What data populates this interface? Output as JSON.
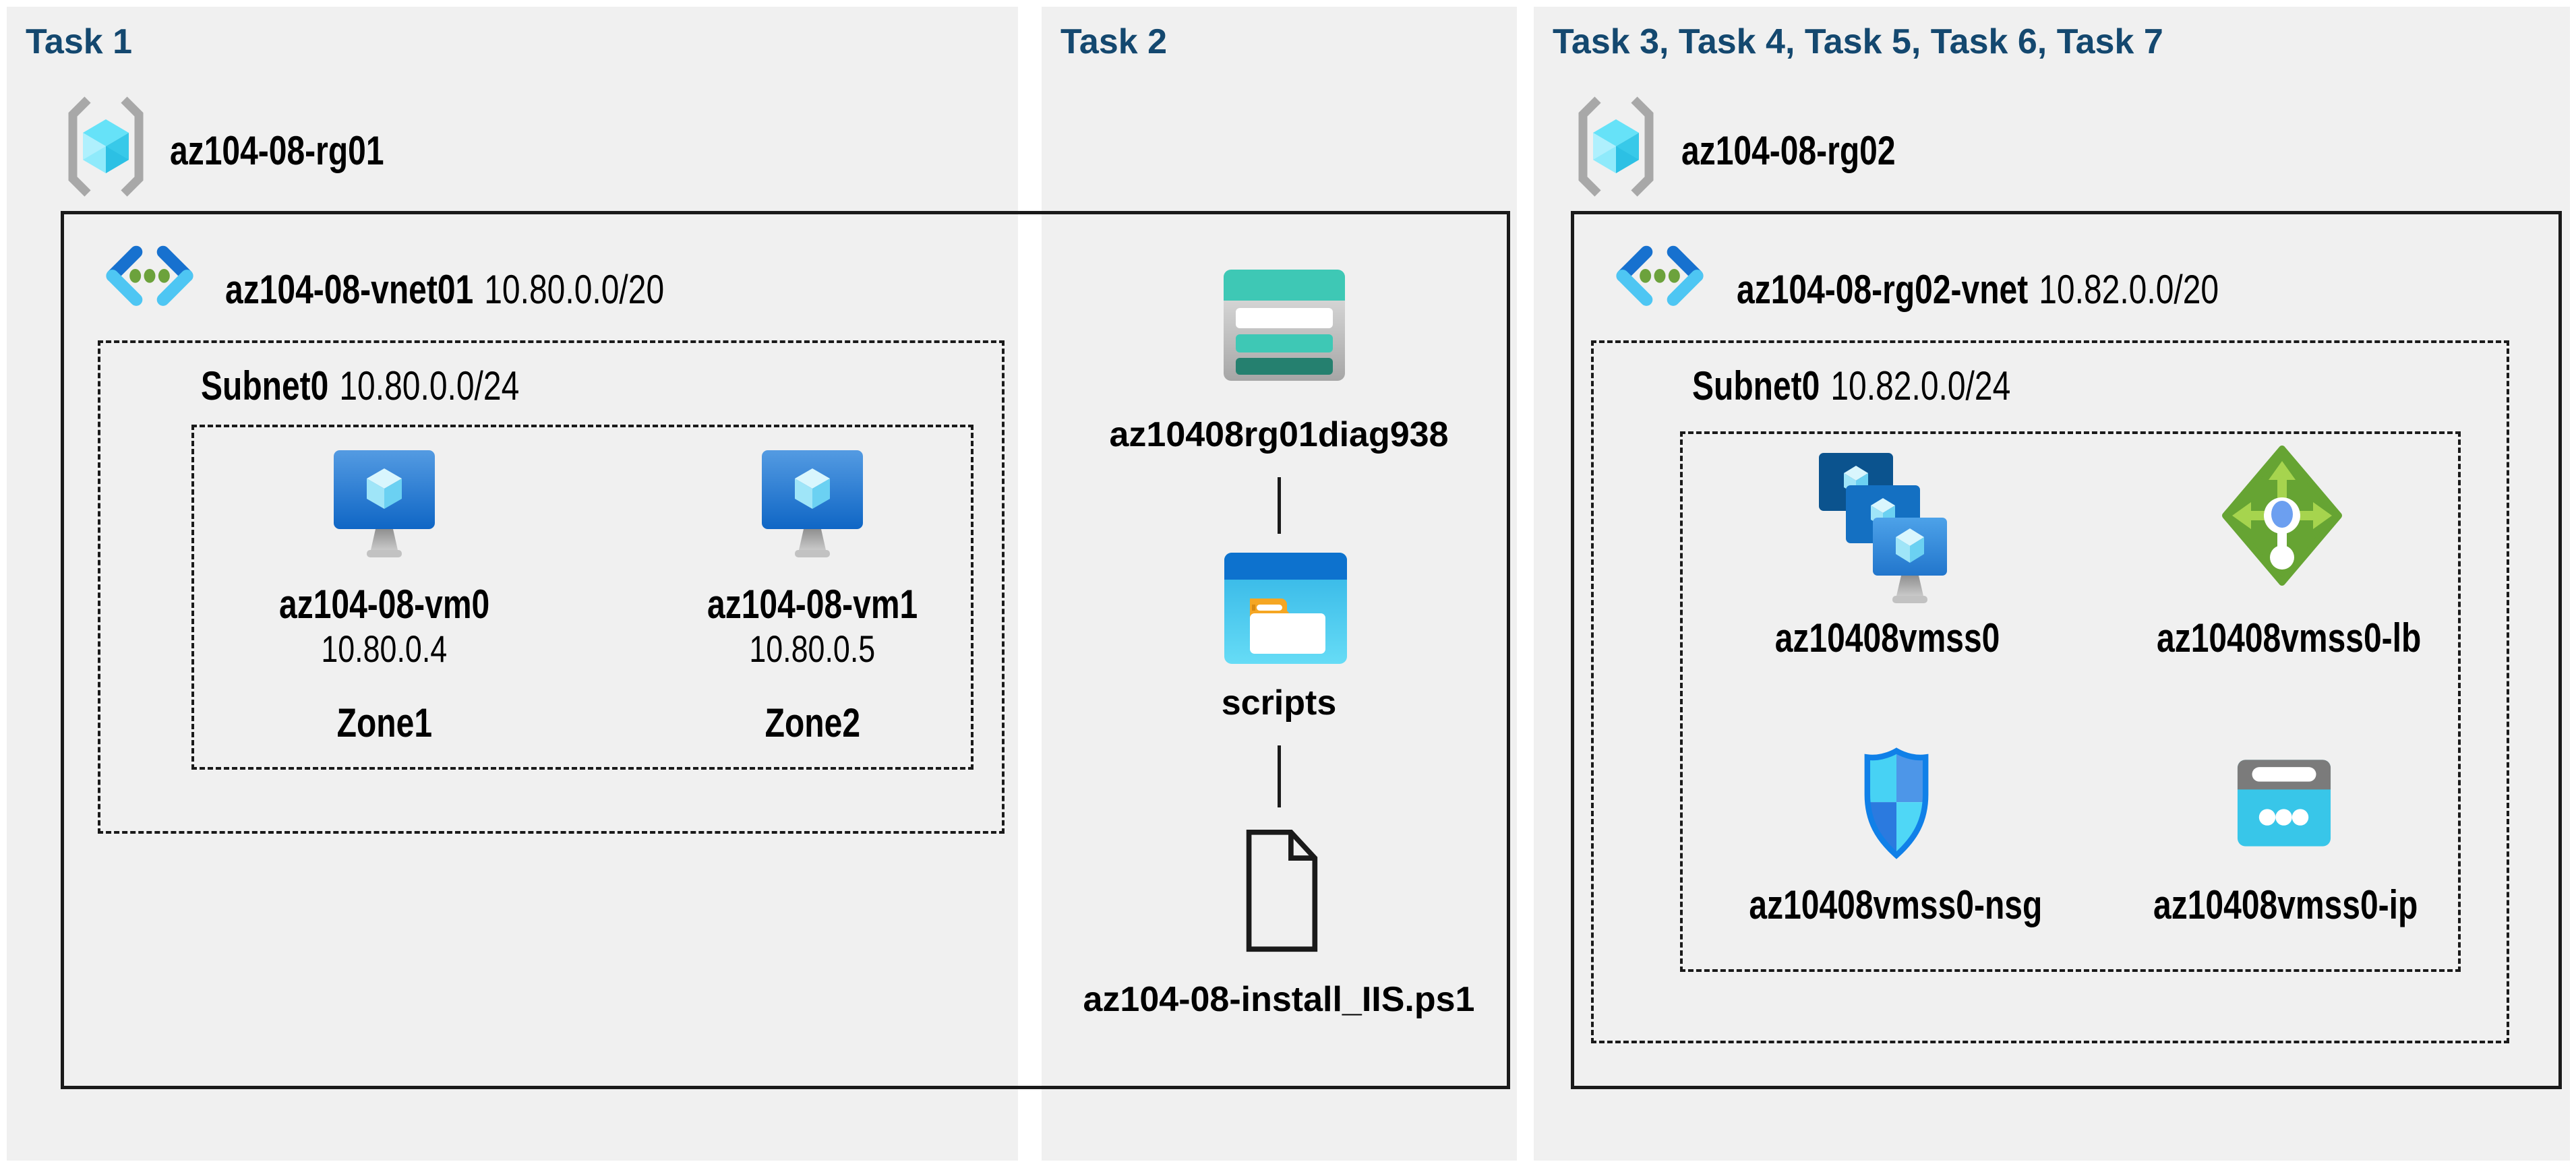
{
  "page": {
    "kind": "azure-lab-architecture-diagram",
    "colors": {
      "background": "#ffffff",
      "panel_bg": "#f0f0f0",
      "task_title": "#14486F",
      "line": "#1a1a1a",
      "azure_blue": "#1771CF",
      "azure_cyan": "#4EC6F3",
      "vnet_dot_green": "#6CA23C",
      "storage_teal": "#3EC8B5",
      "folder_blue": "#0D72CE",
      "folder_cyan": "#3ABCE8",
      "folder_tab_orange": "#F5A623",
      "lb_green": "#66A433",
      "nsg_blue": "#1080E8",
      "ip_cyan": "#38C6E9",
      "ip_gray": "#7B7B7B"
    }
  },
  "icons": {
    "resource-group-icon": "gray brackets with cyan cube",
    "vnet-icon": "blue angle chevrons with three green dots",
    "vm-icon": "blue monitor with cube and gray stand",
    "storage-account-icon": "teal table card",
    "folder-icon": "blue window with orange-tab folder",
    "file-icon": "black document outline with folded corner",
    "vmss-icon": "three cascaded blue screens with cubes and stand",
    "load-balancer-icon": "green diamond with arrows and probe",
    "nsg-icon": "blue quartered shield",
    "public-ip-icon": "cyan browser card with three dots"
  },
  "panels": {
    "task1": {
      "title": "Task 1",
      "resource_group": {
        "name": "az104-08-rg01"
      },
      "vnet": {
        "name": "az104-08-vnet01",
        "cidr": "10.80.0.0/20"
      },
      "subnet": {
        "name": "Subnet0",
        "cidr": "10.80.0.0/24"
      },
      "vms": [
        {
          "name": "az104-08-vm0",
          "ip": "10.80.0.4",
          "zone": "Zone1"
        },
        {
          "name": "az104-08-vm1",
          "ip": "10.80.0.5",
          "zone": "Zone2"
        }
      ]
    },
    "task2": {
      "title": "Task 2",
      "storage_account": "az10408rg01diag938",
      "container": "scripts",
      "file": "az104-08-install_IIS.ps1"
    },
    "task3": {
      "title": "Task 3, Task 4, Task 5, Task 6, Task 7",
      "resource_group": {
        "name": "az104-08-rg02"
      },
      "vnet": {
        "name": "az104-08-rg02-vnet",
        "cidr": "10.82.0.0/20"
      },
      "subnet": {
        "name": "Subnet0",
        "cidr": "10.82.0.0/24"
      },
      "resources": [
        {
          "name": "az10408vmss0",
          "type": "vm-scale-set"
        },
        {
          "name": "az10408vmss0-lb",
          "type": "load-balancer"
        },
        {
          "name": "az10408vmss0-nsg",
          "type": "network-security-group"
        },
        {
          "name": "az10408vmss0-ip",
          "type": "public-ip"
        }
      ]
    }
  }
}
